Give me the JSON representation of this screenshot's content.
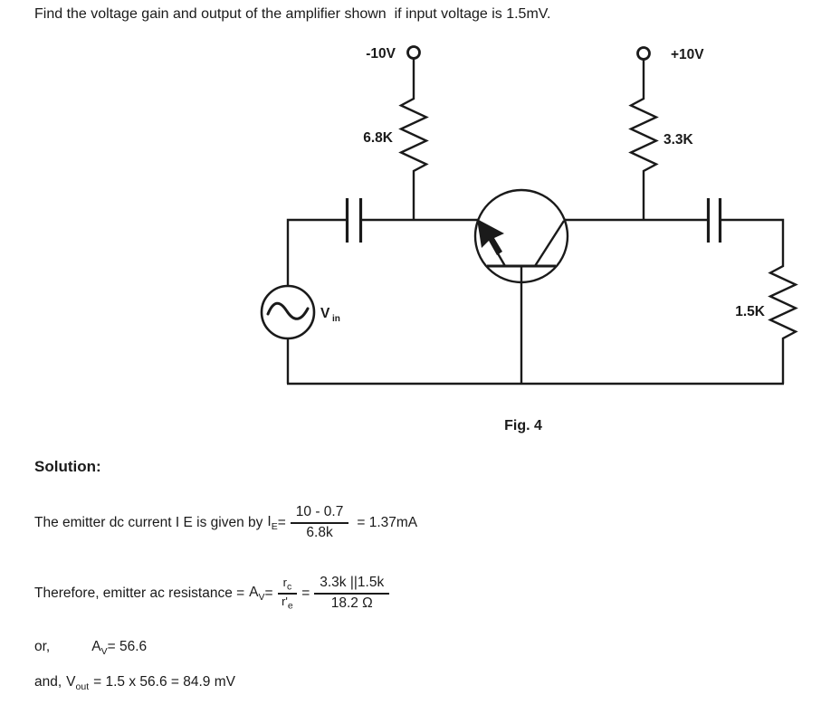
{
  "page": {
    "problem_statement": "Find the voltage gain and output of the amplifier shown  if input voltage is 1.5mV.",
    "figure_caption": "Fig. 4"
  },
  "circuit": {
    "left_supply": "-10V",
    "right_supply": "+10V",
    "emitter_resistor": "6.8K",
    "collector_resistor": "3.3K",
    "load_resistor": "1.5K",
    "source_symbol": "V",
    "source_symbol_sub": "in",
    "line_color": "#1a1a1a"
  },
  "solution": {
    "heading": "Solution:",
    "line1": {
      "prefix": "The emitter dc current I E is given by",
      "symbol": "I",
      "symbol_sub": "E",
      "equals": "=",
      "numerator": "10 - 0.7",
      "denominator": "6.8k",
      "result": "= 1.37mA"
    },
    "line2": {
      "prefix": "Therefore, emitter ac resistance =",
      "symbol": "A",
      "symbol_sub": "V",
      "equals1": "=",
      "frac1_num": "r",
      "frac1_num_sub": "c",
      "frac1_den": "r'",
      "frac1_den_sub": "e",
      "equals2": "=",
      "frac2_num": "3.3k ||1.5k",
      "frac2_den": "18.2 Ω"
    },
    "line3": {
      "label": "or,",
      "symbol": "A",
      "symbol_sub": "V",
      "value": "= 56.6"
    },
    "line4": {
      "label": "and,",
      "symbol": "V",
      "symbol_sub": "out",
      "value": "= 1.5 x 56.6 = 84.9 mV"
    }
  }
}
